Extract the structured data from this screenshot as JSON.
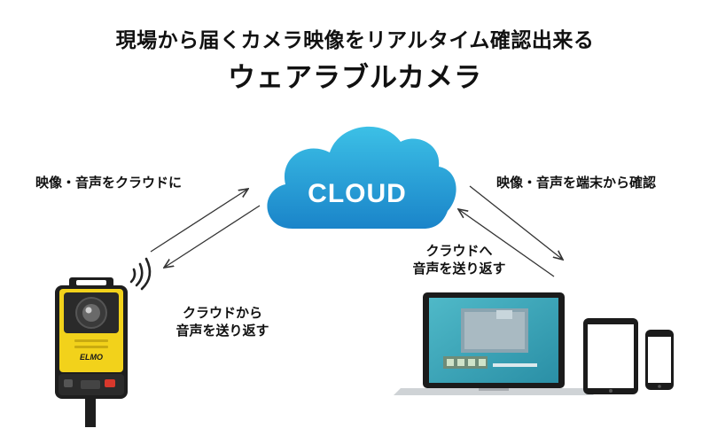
{
  "title": {
    "line1": "現場から届くカメラ映像をリアルタイム確認出来る",
    "line2": "ウェアラブルカメラ"
  },
  "cloud": {
    "label": "CLOUD",
    "color_top": "#3cc0e6",
    "color_bottom": "#1a84c9"
  },
  "labels": {
    "upload": "映像・音声をクラウドに",
    "view": "映像・音声を端末から確認",
    "return_to_device_line1": "クラウドへ",
    "return_to_device_line2": "音声を送り返す",
    "return_from_cloud_line1": "クラウドから",
    "return_from_cloud_line2": "音声を送り返す"
  },
  "camera": {
    "logo": "ELMO",
    "body_color": "#f2d21b",
    "frame_color": "#1e1e1e"
  },
  "devices": [
    "laptop",
    "tablet",
    "smartphone"
  ]
}
